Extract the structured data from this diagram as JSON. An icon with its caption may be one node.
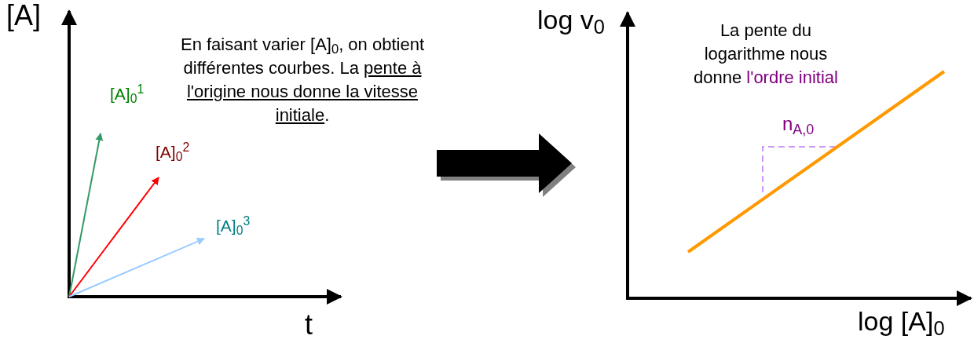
{
  "diagram": {
    "nodes": [
      {
        "text": [],
        "shape": "picture",
        "beside": [
          "[A]",
          "t"
        ]
      },
      {
        "text": [],
        "shape": "picture",
        "beside": [
          "log v$_{0}$",
          "log [A]$_{0}$"
        ]
      }
    ],
    "edges": [
      {
        "from": 0,
        "to": 1,
        "arrow": "to"
      }
    ],
    "labels": [
      "En faisant varier [A]$_{0}$, on obtient différentes courbes. La",
      "pente à l'origine nous donne la vitesse initiale",
      ".",
      "[A]$_{0}$$^{1}$",
      "[A]$_{0}$$^{2}$",
      "[A]$_{0}$$^{3}$",
      "La pente du logarithme nous donne",
      "l'ordre initial",
      "n$_{A,0}$"
    ]
  }
}
